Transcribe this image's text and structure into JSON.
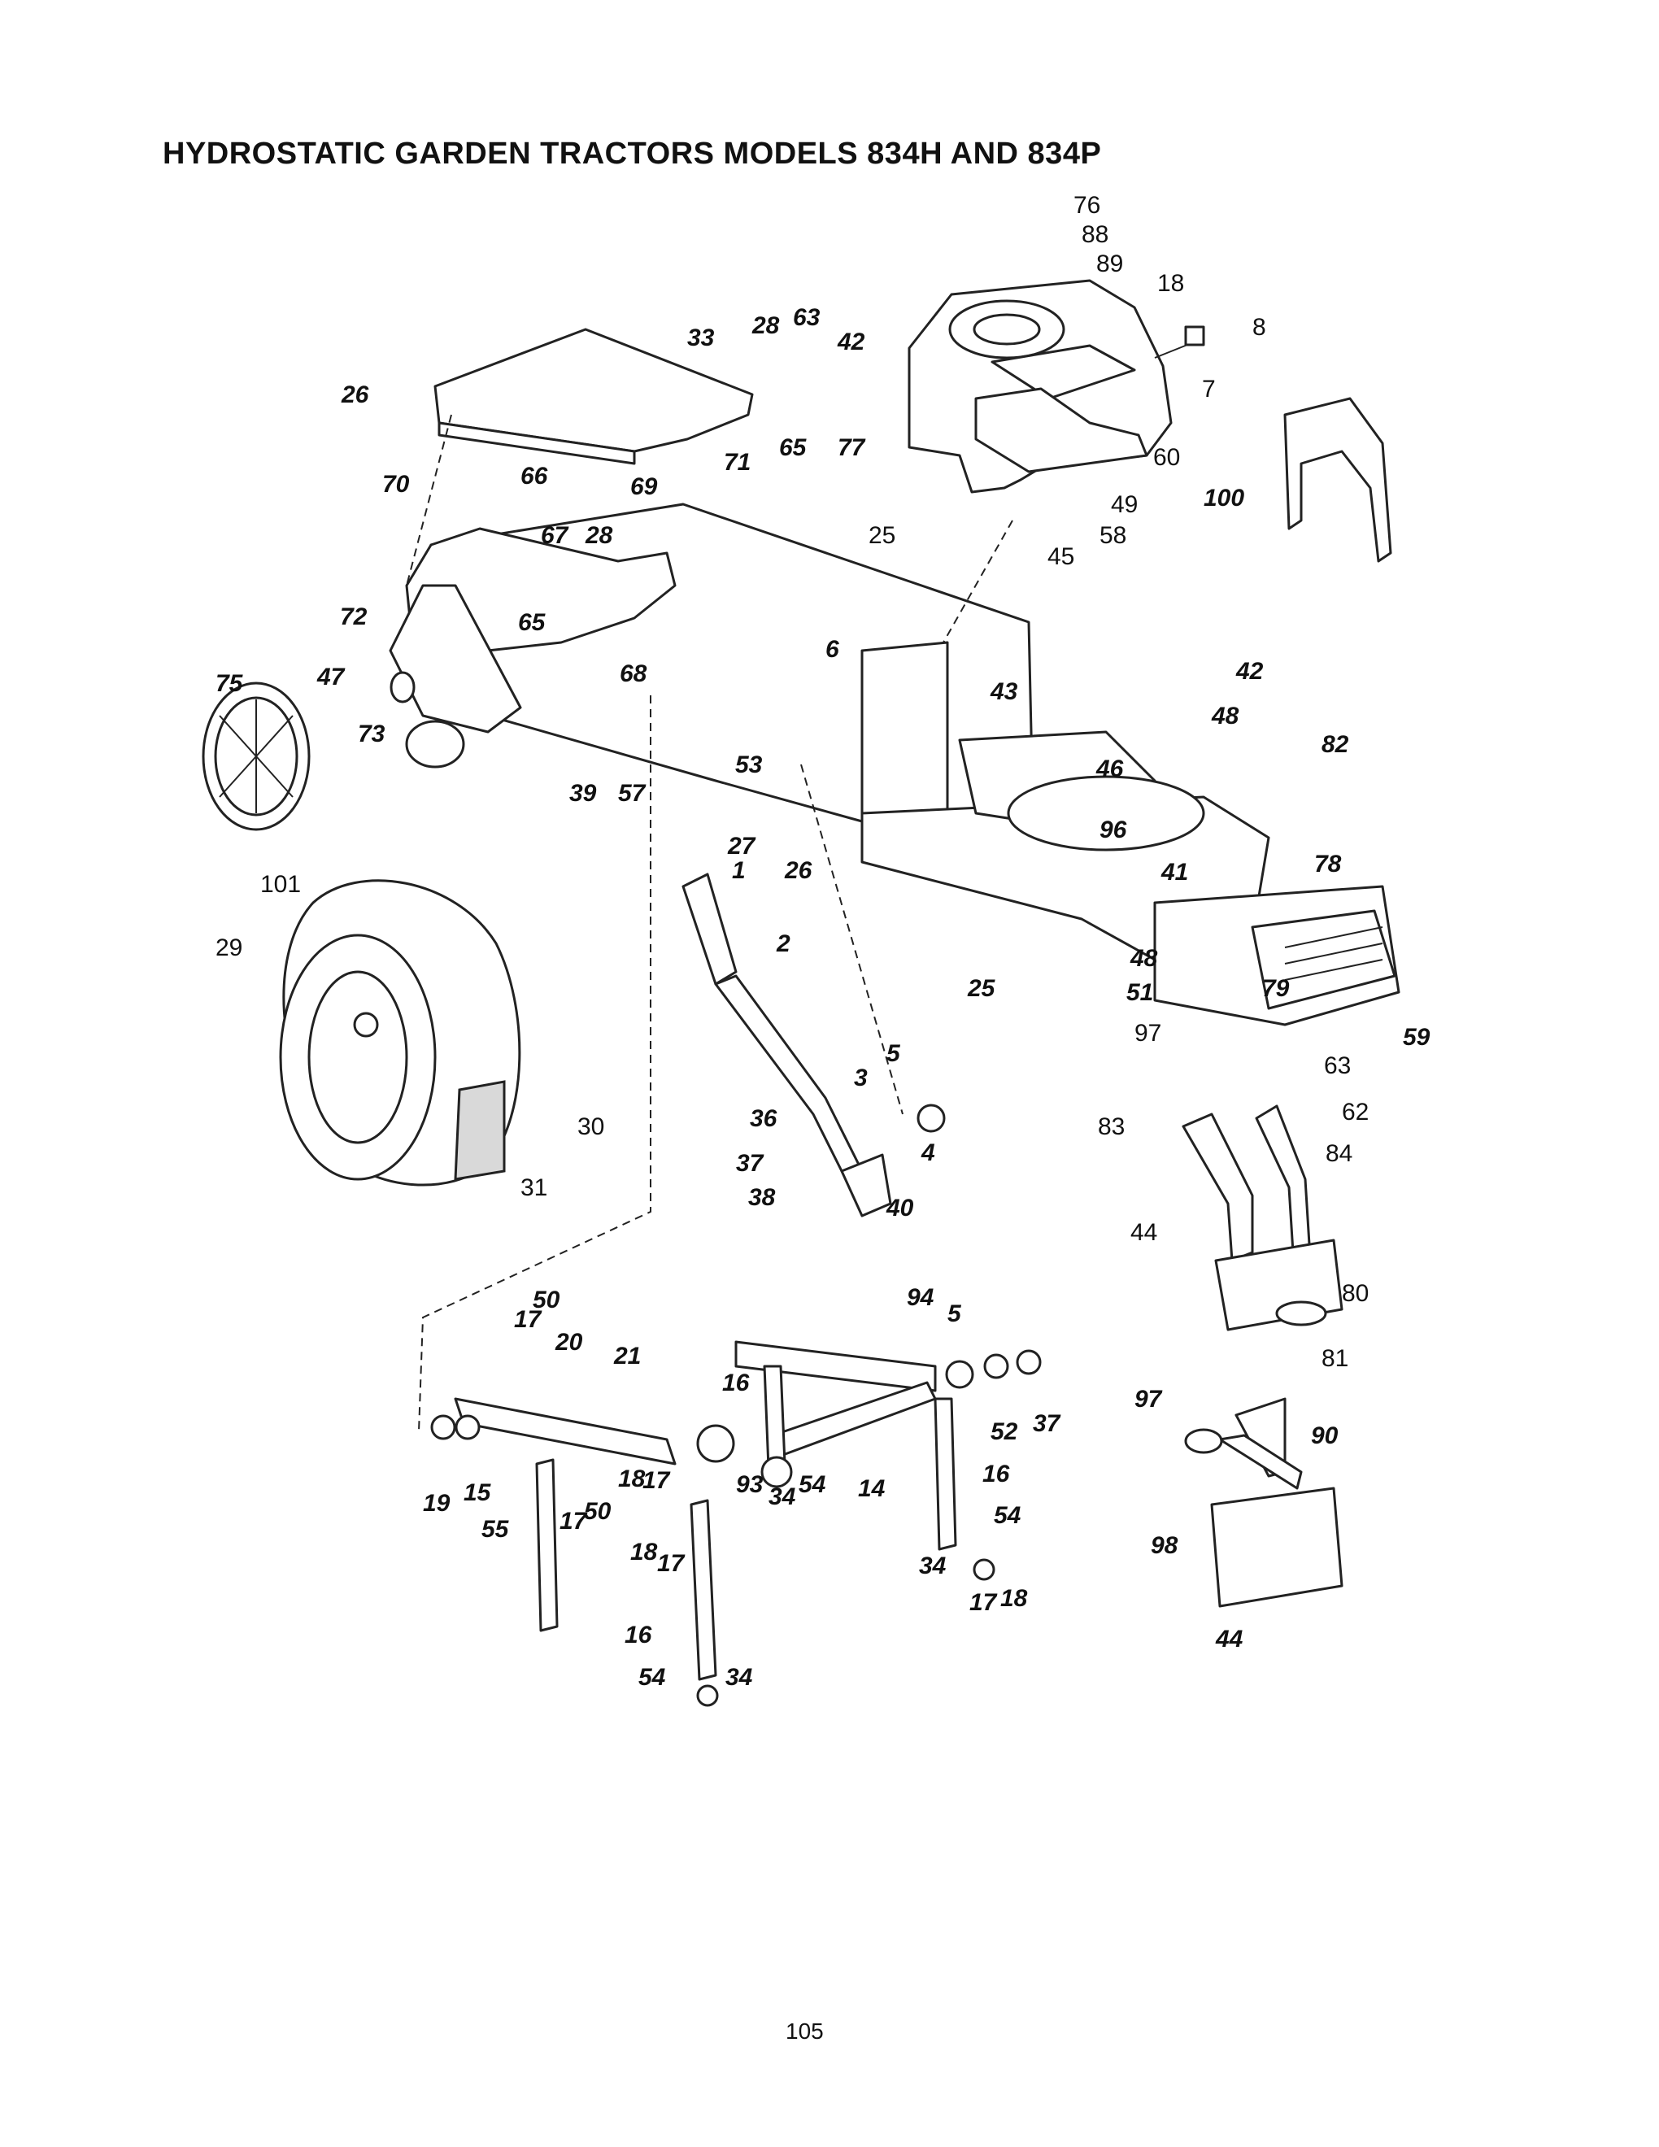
{
  "title": "HYDROSTATIC GARDEN TRACTORS MODELS 834H AND 834P",
  "page_number": "105",
  "callouts": [
    {
      "id": "c76",
      "text": "76",
      "style": "plain"
    },
    {
      "id": "c88",
      "text": "88",
      "style": "plain"
    },
    {
      "id": "c89",
      "text": "89",
      "style": "plain"
    },
    {
      "id": "c18a",
      "text": "18",
      "style": "plain"
    },
    {
      "id": "c8",
      "text": "8",
      "style": "plain"
    },
    {
      "id": "c7",
      "text": "7",
      "style": "plain"
    },
    {
      "id": "c60",
      "text": "60",
      "style": "plain"
    },
    {
      "id": "c49",
      "text": "49",
      "style": "plain"
    },
    {
      "id": "c58",
      "text": "58",
      "style": "plain"
    },
    {
      "id": "c45",
      "text": "45",
      "style": "plain"
    },
    {
      "id": "c25a",
      "text": "25",
      "style": "plain"
    },
    {
      "id": "c100",
      "text": "100",
      "style": "italic"
    },
    {
      "id": "c33",
      "text": "33",
      "style": "italic"
    },
    {
      "id": "c28a",
      "text": "28",
      "style": "italic"
    },
    {
      "id": "c63a",
      "text": "63",
      "style": "italic"
    },
    {
      "id": "c42a",
      "text": "42",
      "style": "italic"
    },
    {
      "id": "c65a",
      "text": "65",
      "style": "italic"
    },
    {
      "id": "c77",
      "text": "77",
      "style": "italic"
    },
    {
      "id": "c26a",
      "text": "26",
      "style": "italic"
    },
    {
      "id": "c71",
      "text": "71",
      "style": "italic"
    },
    {
      "id": "c70",
      "text": "70",
      "style": "italic"
    },
    {
      "id": "c66",
      "text": "66",
      "style": "italic"
    },
    {
      "id": "c69",
      "text": "69",
      "style": "italic"
    },
    {
      "id": "c67",
      "text": "67",
      "style": "italic"
    },
    {
      "id": "c28b",
      "text": "28",
      "style": "italic"
    },
    {
      "id": "c72",
      "text": "72",
      "style": "italic"
    },
    {
      "id": "c65b",
      "text": "65",
      "style": "italic"
    },
    {
      "id": "c68",
      "text": "68",
      "style": "italic"
    },
    {
      "id": "c6",
      "text": "6",
      "style": "italic"
    },
    {
      "id": "c43",
      "text": "43",
      "style": "italic"
    },
    {
      "id": "c75",
      "text": "75",
      "style": "italic"
    },
    {
      "id": "c47",
      "text": "47",
      "style": "italic"
    },
    {
      "id": "c73",
      "text": "73",
      "style": "italic"
    },
    {
      "id": "c39",
      "text": "39",
      "style": "italic"
    },
    {
      "id": "c57",
      "text": "57",
      "style": "italic"
    },
    {
      "id": "c53",
      "text": "53",
      "style": "italic"
    },
    {
      "id": "c27",
      "text": "27",
      "style": "italic"
    },
    {
      "id": "c26b",
      "text": "26",
      "style": "italic"
    },
    {
      "id": "c42b",
      "text": "42",
      "style": "italic"
    },
    {
      "id": "c48a",
      "text": "48",
      "style": "italic"
    },
    {
      "id": "c82",
      "text": "82",
      "style": "italic"
    },
    {
      "id": "c46",
      "text": "46",
      "style": "italic"
    },
    {
      "id": "c96",
      "text": "96",
      "style": "italic"
    },
    {
      "id": "c78",
      "text": "78",
      "style": "italic"
    },
    {
      "id": "c41",
      "text": "41",
      "style": "italic"
    },
    {
      "id": "c48b",
      "text": "48",
      "style": "italic"
    },
    {
      "id": "c25b",
      "text": "25",
      "style": "italic"
    },
    {
      "id": "c51",
      "text": "51",
      "style": "italic"
    },
    {
      "id": "c79",
      "text": "79",
      "style": "italic"
    },
    {
      "id": "c59",
      "text": "59",
      "style": "italic"
    },
    {
      "id": "c101",
      "text": "101",
      "style": "plain"
    },
    {
      "id": "c29",
      "text": "29",
      "style": "plain"
    },
    {
      "id": "c30",
      "text": "30",
      "style": "plain"
    },
    {
      "id": "c31",
      "text": "31",
      "style": "plain"
    },
    {
      "id": "c1",
      "text": "1",
      "style": "italic"
    },
    {
      "id": "c2",
      "text": "2",
      "style": "italic"
    },
    {
      "id": "c5a",
      "text": "5",
      "style": "italic"
    },
    {
      "id": "c3",
      "text": "3",
      "style": "italic"
    },
    {
      "id": "c36",
      "text": "36",
      "style": "italic"
    },
    {
      "id": "c4",
      "text": "4",
      "style": "italic"
    },
    {
      "id": "c37a",
      "text": "37",
      "style": "italic"
    },
    {
      "id": "c38",
      "text": "38",
      "style": "italic"
    },
    {
      "id": "c40",
      "text": "40",
      "style": "italic"
    },
    {
      "id": "c97a",
      "text": "97",
      "style": "plain"
    },
    {
      "id": "c63b",
      "text": "63",
      "style": "plain"
    },
    {
      "id": "c62",
      "text": "62",
      "style": "plain"
    },
    {
      "id": "c83",
      "text": "83",
      "style": "plain"
    },
    {
      "id": "c84",
      "text": "84",
      "style": "plain"
    },
    {
      "id": "c44a",
      "text": "44",
      "style": "plain"
    },
    {
      "id": "c80",
      "text": "80",
      "style": "plain"
    },
    {
      "id": "c81",
      "text": "81",
      "style": "plain"
    },
    {
      "id": "c50a",
      "text": "50",
      "style": "italic"
    },
    {
      "id": "c17a",
      "text": "17",
      "style": "italic"
    },
    {
      "id": "c20",
      "text": "20",
      "style": "italic"
    },
    {
      "id": "c21",
      "text": "21",
      "style": "italic"
    },
    {
      "id": "c19",
      "text": "19",
      "style": "italic"
    },
    {
      "id": "c15",
      "text": "15",
      "style": "italic"
    },
    {
      "id": "c18b",
      "text": "18",
      "style": "italic"
    },
    {
      "id": "c17b",
      "text": "17",
      "style": "italic"
    },
    {
      "id": "c17c",
      "text": "17",
      "style": "italic"
    },
    {
      "id": "c50b",
      "text": "50",
      "style": "italic"
    },
    {
      "id": "c55",
      "text": "55",
      "style": "italic"
    },
    {
      "id": "c18c",
      "text": "18",
      "style": "italic"
    },
    {
      "id": "c17d",
      "text": "17",
      "style": "italic"
    },
    {
      "id": "c16a",
      "text": "16",
      "style": "italic"
    },
    {
      "id": "c54a",
      "text": "54",
      "style": "italic"
    },
    {
      "id": "c34a",
      "text": "34",
      "style": "italic"
    },
    {
      "id": "c93",
      "text": "93",
      "style": "italic"
    },
    {
      "id": "c34b",
      "text": "34",
      "style": "italic"
    },
    {
      "id": "c54b",
      "text": "54",
      "style": "italic"
    },
    {
      "id": "c14",
      "text": "14",
      "style": "italic"
    },
    {
      "id": "c16b",
      "text": "16",
      "style": "italic"
    },
    {
      "id": "c94",
      "text": "94",
      "style": "italic"
    },
    {
      "id": "c5b",
      "text": "5",
      "style": "italic"
    },
    {
      "id": "c52",
      "text": "52",
      "style": "italic"
    },
    {
      "id": "c37b",
      "text": "37",
      "style": "italic"
    },
    {
      "id": "c16c",
      "text": "16",
      "style": "italic"
    },
    {
      "id": "c54c",
      "text": "54",
      "style": "italic"
    },
    {
      "id": "c34c",
      "text": "34",
      "style": "italic"
    },
    {
      "id": "c17e",
      "text": "17",
      "style": "italic"
    },
    {
      "id": "c18d",
      "text": "18",
      "style": "italic"
    },
    {
      "id": "c97b",
      "text": "97",
      "style": "italic"
    },
    {
      "id": "c90",
      "text": "90",
      "style": "italic"
    },
    {
      "id": "c98",
      "text": "98",
      "style": "italic"
    },
    {
      "id": "c44b",
      "text": "44",
      "style": "italic"
    }
  ]
}
